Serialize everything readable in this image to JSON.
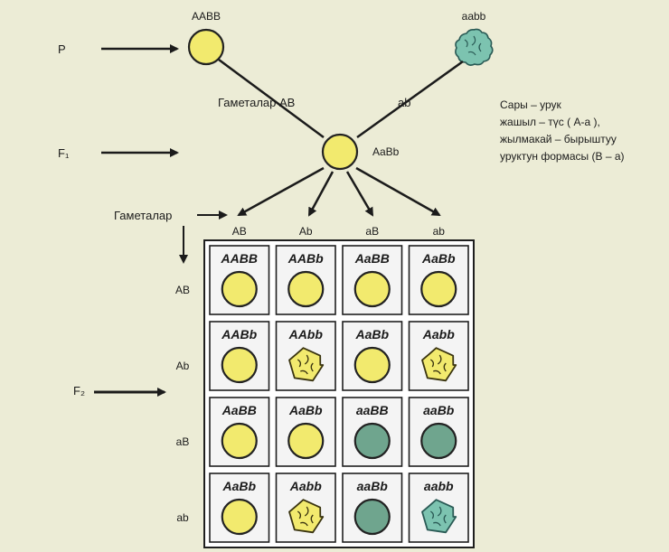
{
  "parents": {
    "row_label": "P",
    "left_genotype": "AABB",
    "right_genotype": "aabb"
  },
  "gametes_parents": {
    "left_label": "Гаметалар AB",
    "right_label": "ab"
  },
  "f1": {
    "row_label": "F₁",
    "genotype": "AaBb"
  },
  "legend": {
    "lines": [
      "Сары – урук",
      "жашыл – түс ( А-а ),",
      "жылмакай – бырыштуу",
      "уруктун формасы (В – а)"
    ]
  },
  "gametes_f1": {
    "label": "Гаметалар",
    "columns": [
      "AB",
      "Ab",
      "aB",
      "ab"
    ]
  },
  "f2": {
    "row_label": "F₂",
    "row_headers": [
      "AB",
      "Ab",
      "aB",
      "ab"
    ],
    "cells": [
      [
        {
          "genotype": "AABB",
          "color": "yellow",
          "shape": "smooth"
        },
        {
          "genotype": "AABb",
          "color": "yellow",
          "shape": "smooth"
        },
        {
          "genotype": "AaBB",
          "color": "yellow",
          "shape": "smooth"
        },
        {
          "genotype": "AaBb",
          "color": "yellow",
          "shape": "smooth"
        }
      ],
      [
        {
          "genotype": "AABb",
          "color": "yellow",
          "shape": "smooth"
        },
        {
          "genotype": "AAbb",
          "color": "yellow",
          "shape": "wrinkled"
        },
        {
          "genotype": "AaBb",
          "color": "yellow",
          "shape": "smooth"
        },
        {
          "genotype": "Aabb",
          "color": "yellow",
          "shape": "wrinkled"
        }
      ],
      [
        {
          "genotype": "AaBB",
          "color": "yellow",
          "shape": "smooth"
        },
        {
          "genotype": "AaBb",
          "color": "yellow",
          "shape": "smooth"
        },
        {
          "genotype": "aaBB",
          "color": "green",
          "shape": "smooth"
        },
        {
          "genotype": "aaBb",
          "color": "green",
          "shape": "smooth"
        }
      ],
      [
        {
          "genotype": "AaBb",
          "color": "yellow",
          "shape": "smooth"
        },
        {
          "genotype": "Aabb",
          "color": "yellow",
          "shape": "wrinkled"
        },
        {
          "genotype": "aaBb",
          "color": "green",
          "shape": "smooth"
        },
        {
          "genotype": "aabb",
          "color": "green",
          "shape": "wrinkled"
        }
      ]
    ]
  },
  "colors": {
    "yellow": "#f2ea6e",
    "green": "#6fa58e",
    "wrinkled_green": "#7cc3b0",
    "grid_border": "#1f1f1f",
    "cell_fill": "#f4f4f4"
  }
}
